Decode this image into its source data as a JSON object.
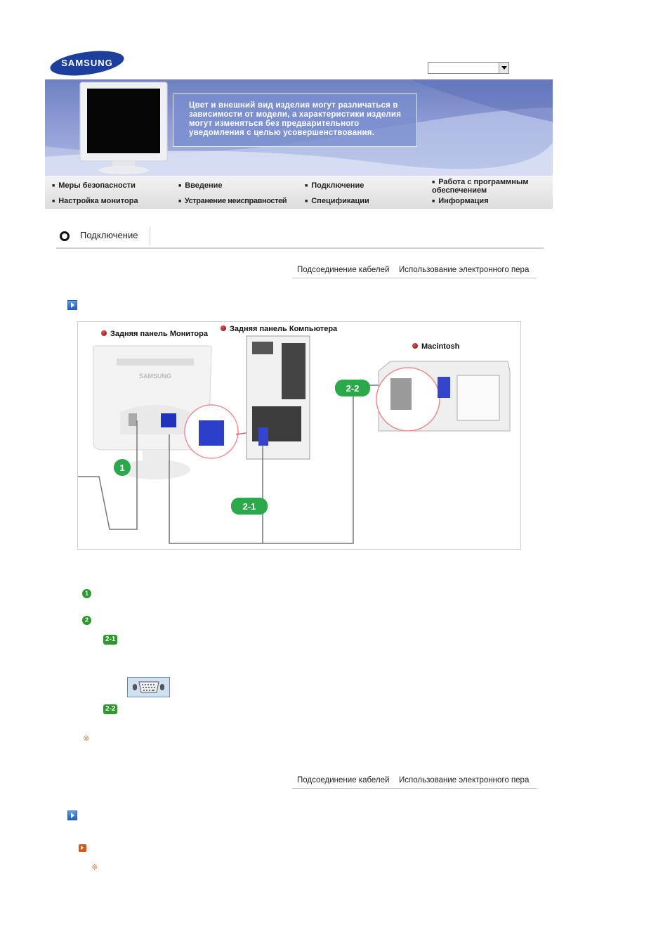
{
  "brand": {
    "logo_text": "SAMSUNG"
  },
  "language_select": {
    "value": ""
  },
  "banner": {
    "notice": "Цвет и внешний вид изделия могут различаться в зависимости от модели, а характеристики изделия могут изменяться без предварительного уведомления с целью усовершенствования."
  },
  "nav": {
    "items": [
      {
        "label": "Меры безопасности"
      },
      {
        "label": "Введение"
      },
      {
        "label": "Подключение"
      },
      {
        "label": "Работа с программным обеспечением"
      },
      {
        "label": "Настройка монитора"
      },
      {
        "label": "Устранение неисправностей"
      },
      {
        "label": "Спецификации"
      },
      {
        "label": "Информация"
      }
    ]
  },
  "section": {
    "title": "Подключение"
  },
  "subnav": {
    "cables": "Подсоединение кабелей",
    "pen": "Использование электронного пера"
  },
  "diagram": {
    "monitor_rear": "Задняя панель Монитора",
    "computer_rear": "Задняя панель Компьютера",
    "macintosh": "Macintosh",
    "monitor_brand": "SAMSUNG",
    "badge_1": "1",
    "badge_2_1": "2-1",
    "badge_2_2": "2-2"
  },
  "steps": {
    "step1": "1",
    "step2": "2",
    "step2_1": "2-1",
    "step2_2": "2-2",
    "note_mark": "※"
  },
  "colors": {
    "banner": "#7f8fcc",
    "nav_bg": "#e4e4e4",
    "step_green": "#2a9a2a",
    "blue_icon": "#2060c0",
    "orange_icon": "#d5551a"
  }
}
